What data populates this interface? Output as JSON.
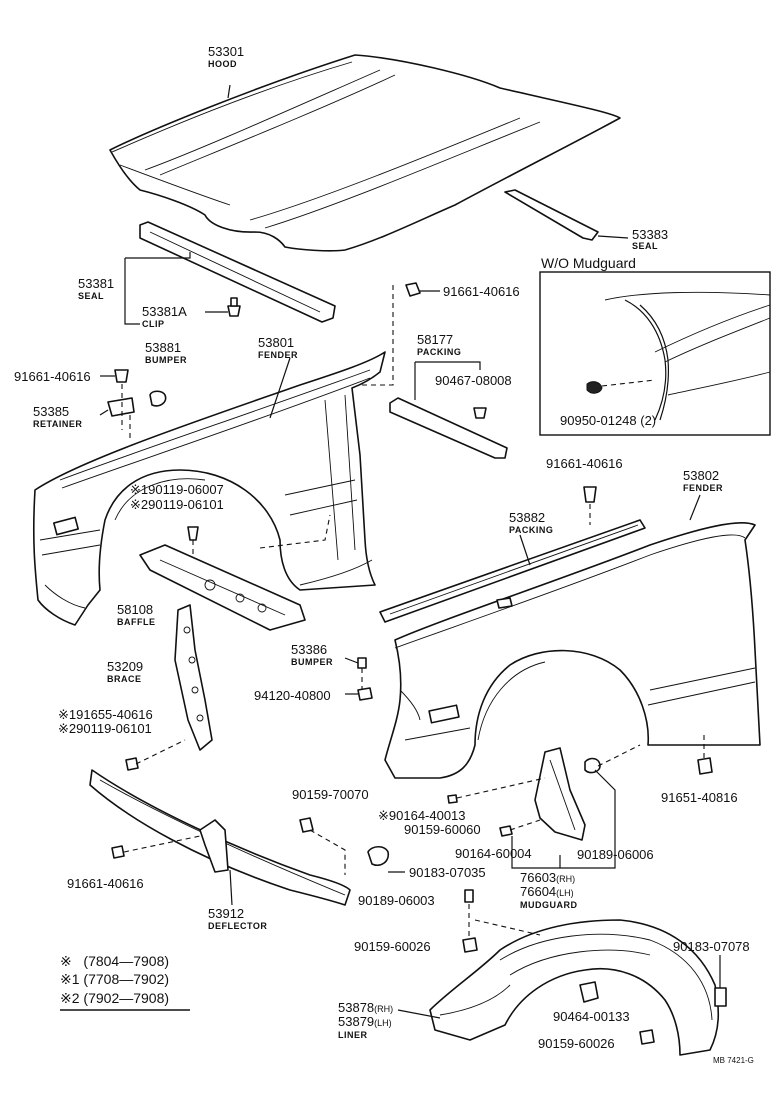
{
  "parts": {
    "hood": {
      "num": "53301",
      "name": "HOOD"
    },
    "seal_53383": {
      "num": "53383",
      "name": "SEAL"
    },
    "seal_53381": {
      "num": "53381",
      "name": "SEAL"
    },
    "clip": {
      "num": "53381A",
      "name": "CLIP"
    },
    "bumper_53881": {
      "num": "53881",
      "name": "BUMPER"
    },
    "retainer": {
      "num": "53385",
      "name": "RETAINER"
    },
    "fender_lh": {
      "num": "53801",
      "name": "FENDER"
    },
    "fender_rh": {
      "num": "53802",
      "name": "FENDER"
    },
    "packing_58177": {
      "num": "58177",
      "name": "PACKING"
    },
    "packing_53882": {
      "num": "53882",
      "name": "PACKING"
    },
    "baffle": {
      "num": "58108",
      "name": "BAFFLE"
    },
    "brace": {
      "num": "53209",
      "name": "BRACE"
    },
    "bumper_53386": {
      "num": "53386",
      "name": "BUMPER"
    },
    "deflector": {
      "num": "53912",
      "name": "DEFLECTOR"
    },
    "mudguard": {
      "num_rh": "76603",
      "tag_rh": "(RH)",
      "num_lh": "76604",
      "tag_lh": "(LH)",
      "name": "MUDGUARD"
    },
    "liner": {
      "num_rh": "53878",
      "tag_rh": "(RH)",
      "num_lh": "53879",
      "tag_lh": "(LH)",
      "name": "LINER"
    }
  },
  "fasteners": {
    "f_91661_top": "91661-40616",
    "f_91661_left": "91661-40616",
    "f_91661_right": "91661-40616",
    "f_91661_bottom": "91661-40616",
    "f_90467": "90467-08008",
    "f_90950": "90950-01248 (2)",
    "f_190119": "※190119-06007",
    "f_290119_a": "※290119-06101",
    "f_191655": "※191655-40616",
    "f_290119_b": "※290119-06101",
    "f_94120": "94120-40800",
    "f_91651": "91651-40816",
    "f_90159_70070": "90159-70070",
    "f_90164_40013": "※90164-40013",
    "f_90159_60060": "90159-60060",
    "f_90164_60004": "90164-60004",
    "f_90189_06006": "90189-06006",
    "f_90183_07035": "90183-07035",
    "f_90189_06003": "90189-06003",
    "f_90159_60026_a": "90159-60026",
    "f_90183_07078": "90183-07078",
    "f_90464": "90464-00133",
    "f_90159_60026_b": "90159-60026"
  },
  "inset": {
    "title": "W/O Mudguard"
  },
  "legend": [
    {
      "mark": "※",
      "range": "(7804—7908)"
    },
    {
      "mark": "※1",
      "range": "(7708—7902)"
    },
    {
      "mark": "※2",
      "range": "(7902—7908)"
    }
  ],
  "ref": "MB 7421-G"
}
